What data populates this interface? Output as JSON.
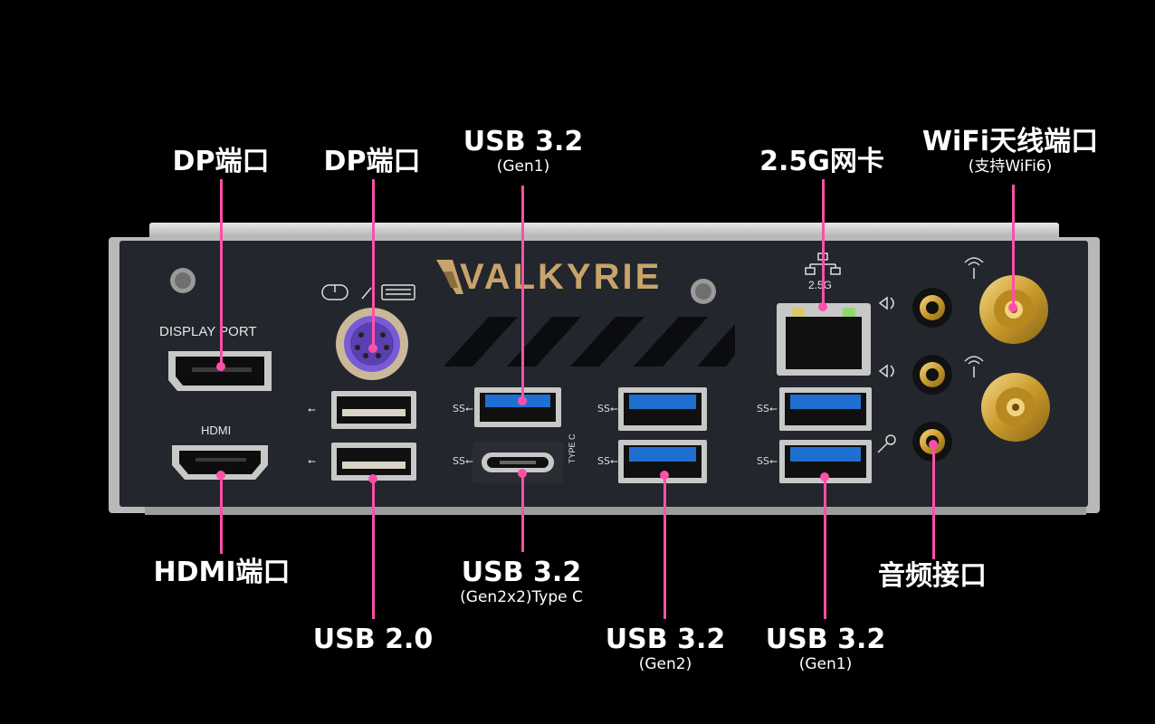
{
  "brand": "VALKYRIE",
  "panel_text": {
    "display_port": "DISPLAY PORT",
    "hdmi": "HDMI",
    "lan_speed": "2.5G",
    "type_c": "TYPE C"
  },
  "labels": {
    "dp1": "DP端口",
    "dp2": "DP端口",
    "usb_top_main": "USB 3.2",
    "usb_top_sub": "(Gen1)",
    "lan": "2.5G网卡",
    "wifi_main": "WiFi天线端口",
    "wifi_sub": "(支持WiFi6)",
    "hdmi": "HDMI端口",
    "usb20": "USB 2.0",
    "usbc_main": "USB 3.2",
    "usbc_sub": "(Gen2x2)Type C",
    "usb_gen2_main": "USB 3.2",
    "usb_gen2_sub": "(Gen2)",
    "usb_gen1_main": "USB 3.2",
    "usb_gen1_sub": "(Gen1)",
    "audio": "音频接口"
  },
  "colors": {
    "background": "#000000",
    "panel": "#23262c",
    "leader": "#ff4fa8",
    "usb3_blue": "#1f6fd1",
    "ps2_purple": "#7a5bd6",
    "brand_gold": "#c8a46a",
    "antenna_gold": "#d4a437"
  },
  "icons": [
    "mouse-icon",
    "keyboard-icon",
    "network-icon",
    "audio-in-icon",
    "audio-out-icon",
    "mic-icon",
    "wifi-icon",
    "usb-icon"
  ]
}
